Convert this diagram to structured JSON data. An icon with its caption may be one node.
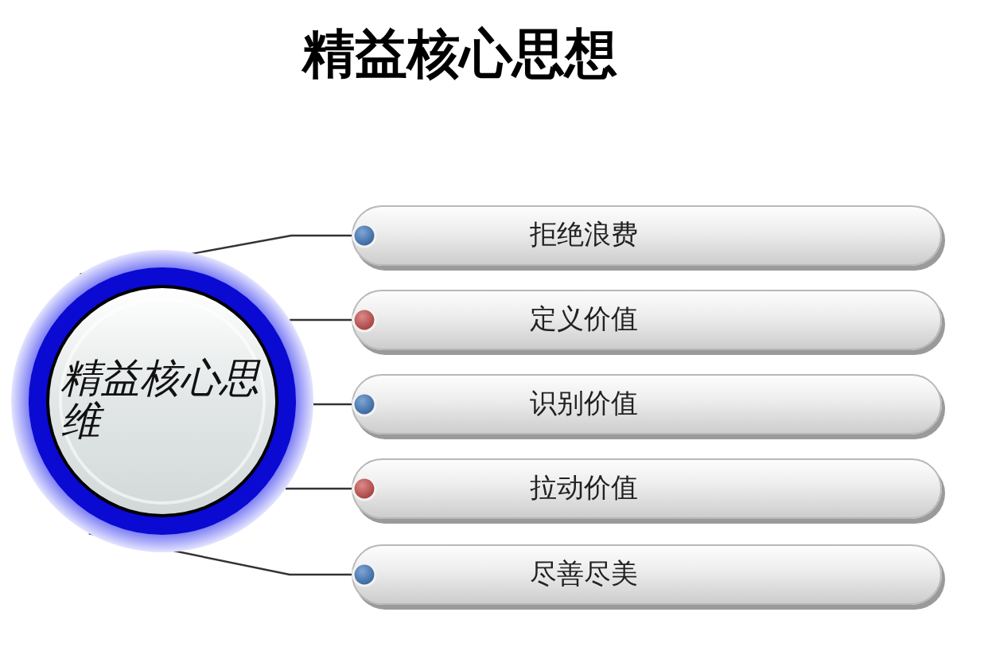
{
  "diagram": {
    "title": "精益核心思想",
    "nodes": [
      {
        "text": [
          "精益核心思维"
        ]
      },
      {
        "text": [
          "拒绝浪费"
        ]
      },
      {
        "text": [
          "定义价值"
        ]
      },
      {
        "text": [
          "识别价值"
        ]
      },
      {
        "text": [
          "拉动价值"
        ]
      },
      {
        "text": [
          "尽善尽美"
        ]
      }
    ],
    "edges": [
      {
        "from": 0,
        "to": 1,
        "arrow": "none"
      },
      {
        "from": 0,
        "to": 2,
        "arrow": "none"
      },
      {
        "from": 0,
        "to": 3,
        "arrow": "none"
      },
      {
        "from": 0,
        "to": 4,
        "arrow": "none"
      },
      {
        "from": 0,
        "to": 5,
        "arrow": "none"
      }
    ]
  }
}
